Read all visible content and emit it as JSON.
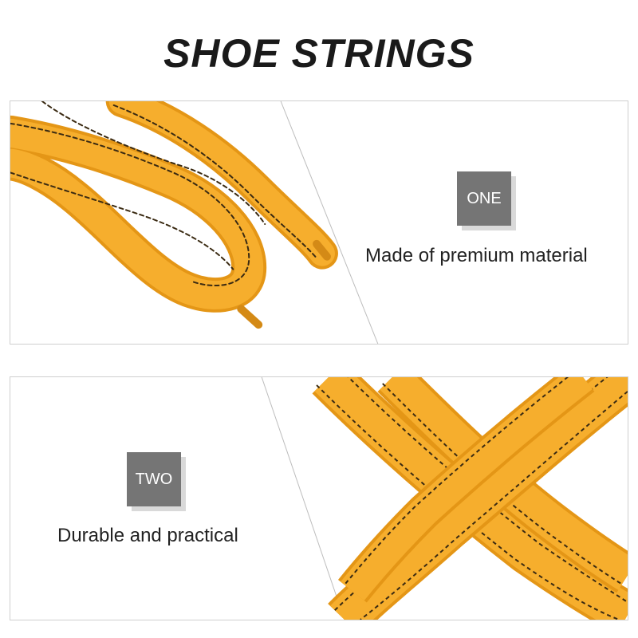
{
  "title": "SHOE STRINGS",
  "panels": [
    {
      "badge": "ONE",
      "caption": "Made of premium material",
      "image_icon": "shoelace-loop-photo"
    },
    {
      "badge": "TWO",
      "caption": "Durable and practical",
      "image_icon": "shoelace-crossed-photo"
    }
  ],
  "colors": {
    "lace": "#f6ae2d",
    "lace_shade": "#e49616",
    "stripe": "#3a2a12",
    "badge": "#757575",
    "border": "#cfcfcf"
  }
}
